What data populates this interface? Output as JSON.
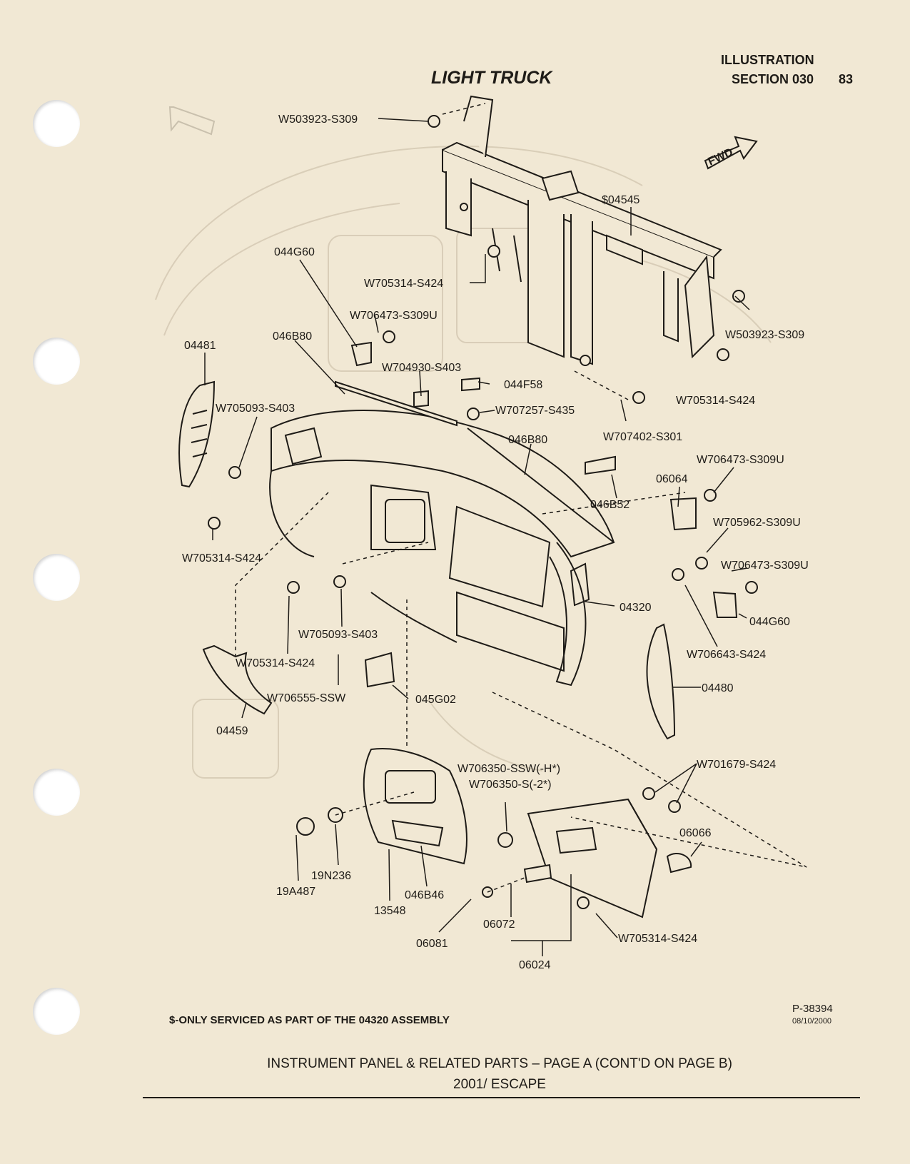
{
  "header": {
    "illustration": "ILLUSTRATION",
    "section": "SECTION 030",
    "page_number": "83",
    "title": "LIGHT TRUCK"
  },
  "callouts": [
    {
      "id": "w503923-top",
      "text": "W503923-S309"
    },
    {
      "id": "s04545",
      "text": "$04545"
    },
    {
      "id": "044g60-top",
      "text": "044G60"
    },
    {
      "id": "w705314-a",
      "text": "W705314-S424"
    },
    {
      "id": "w706473-a",
      "text": "W706473-S309U"
    },
    {
      "id": "w503923-right",
      "text": "W503923-S309"
    },
    {
      "id": "04481",
      "text": "04481"
    },
    {
      "id": "046b80-left",
      "text": "046B80"
    },
    {
      "id": "w704930",
      "text": "W704930-S403"
    },
    {
      "id": "044f58",
      "text": "044F58"
    },
    {
      "id": "w705314-b",
      "text": "W705314-S424"
    },
    {
      "id": "w705093-a",
      "text": "W705093-S403"
    },
    {
      "id": "w707257",
      "text": "W707257-S435"
    },
    {
      "id": "046b80-right",
      "text": "046B80"
    },
    {
      "id": "w707402",
      "text": "W707402-S301"
    },
    {
      "id": "w706473-b",
      "text": "W706473-S309U"
    },
    {
      "id": "06064",
      "text": "06064"
    },
    {
      "id": "046b52",
      "text": "046B52"
    },
    {
      "id": "w705962",
      "text": "W705962-S309U"
    },
    {
      "id": "w705314-c",
      "text": "W705314-S424"
    },
    {
      "id": "w706473-c",
      "text": "W706473-S309U"
    },
    {
      "id": "04320",
      "text": "04320"
    },
    {
      "id": "044g60-right",
      "text": "044G60"
    },
    {
      "id": "w705093-b",
      "text": "W705093-S403"
    },
    {
      "id": "w706643",
      "text": "W706643-S424"
    },
    {
      "id": "w705314-d",
      "text": "W705314-S424"
    },
    {
      "id": "04480",
      "text": "04480"
    },
    {
      "id": "w706555",
      "text": "W706555-SSW"
    },
    {
      "id": "045g02",
      "text": "045G02"
    },
    {
      "id": "04459",
      "text": "04459"
    },
    {
      "id": "w701679",
      "text": "W701679-S424"
    },
    {
      "id": "w706350-h",
      "text": "W706350-SSW(-H*)"
    },
    {
      "id": "w706350-2",
      "text": "W706350-S(-2*)"
    },
    {
      "id": "06066",
      "text": "06066"
    },
    {
      "id": "19n236",
      "text": "19N236"
    },
    {
      "id": "19a487",
      "text": "19A487"
    },
    {
      "id": "046b46",
      "text": "046B46"
    },
    {
      "id": "13548",
      "text": "13548"
    },
    {
      "id": "06072",
      "text": "06072"
    },
    {
      "id": "06081",
      "text": "06081"
    },
    {
      "id": "w705314-e",
      "text": "W705314-S424"
    },
    {
      "id": "06024",
      "text": "06024"
    }
  ],
  "fwd_label": "FWD",
  "footer": {
    "note": "$-ONLY SERVICED AS PART OF THE 04320 ASSEMBLY",
    "ref": "P-38394",
    "date": "08/10/2000",
    "caption": "INSTRUMENT PANEL & RELATED PARTS – PAGE A (CONT'D ON PAGE B)",
    "model": "2001/ ESCAPE"
  }
}
